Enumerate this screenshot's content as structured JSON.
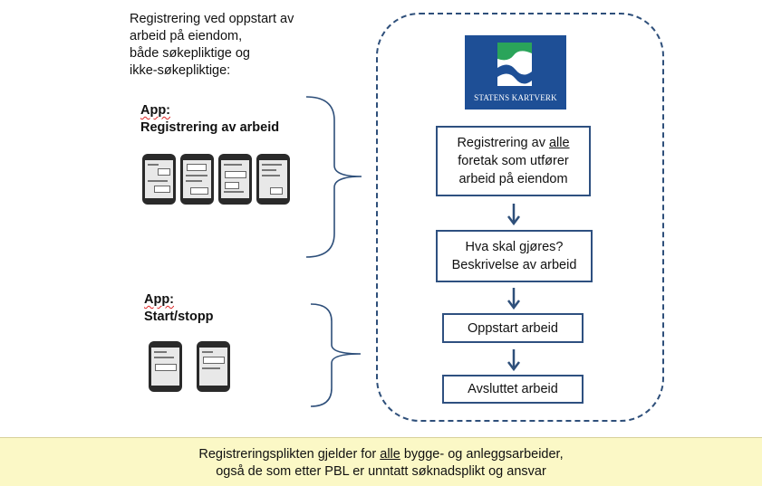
{
  "intro": {
    "lines": [
      "Registrering ved oppstart av",
      "arbeid på eiendom,",
      "både søkepliktige og",
      "ikke-søkepliktige:"
    ]
  },
  "app1": {
    "label": "App:",
    "title": "Registrering av arbeid"
  },
  "app2": {
    "label": "App:",
    "title": "Start/stopp"
  },
  "logo": {
    "text": "STATENS KARTVERK"
  },
  "flow": {
    "step1": {
      "pre": "Registrering av ",
      "underlined": "alle",
      "line2": "foretak som utfører",
      "line3": "arbeid på eiendom"
    },
    "step2": {
      "line1": "Hva skal gjøres?",
      "line2": "Beskrivelse av arbeid"
    },
    "step3": {
      "text": "Oppstart arbeid"
    },
    "step4": {
      "text": "Avsluttet arbeid"
    }
  },
  "banner": {
    "line1_pre": "Registreringsplikten gjelder for ",
    "line1_underlined": "alle",
    "line1_post": " bygge- og anleggsarbeider,",
    "line2": "også de som etter  PBL er unntatt søknadsplikt og ansvar"
  },
  "colors": {
    "frame": "#2e4f7a",
    "box_border": "#2e5080",
    "logo_bg": "#1e4f96",
    "banner_bg": "#fbf8c6"
  }
}
